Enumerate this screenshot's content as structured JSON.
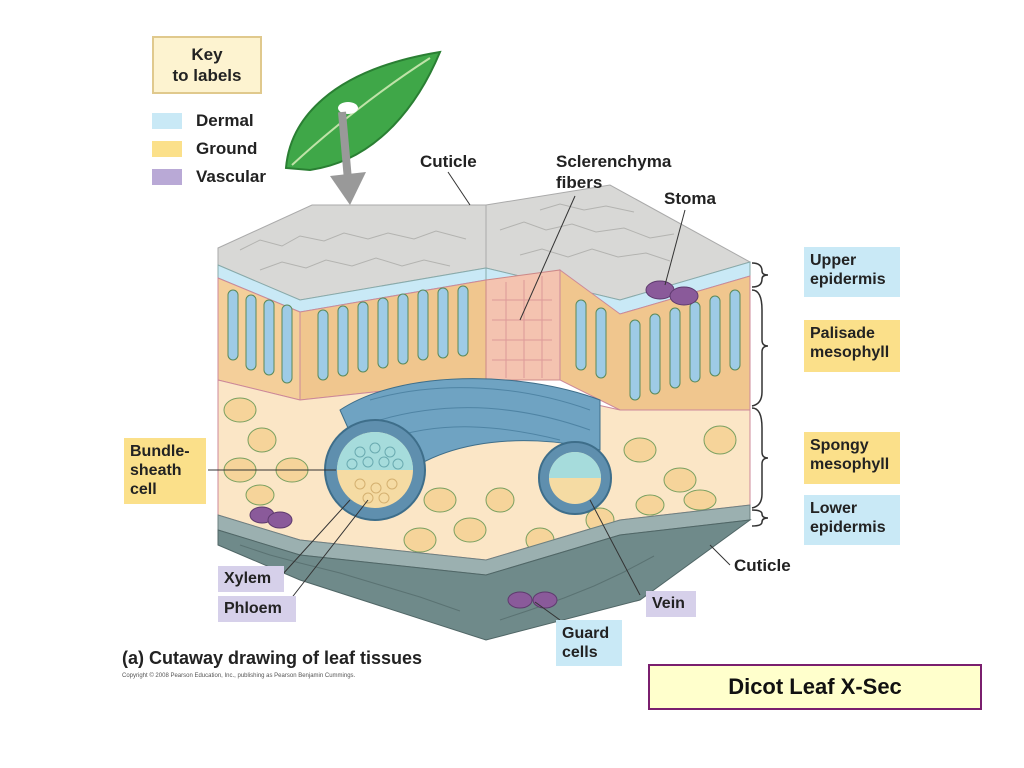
{
  "key": {
    "title_line1": "Key",
    "title_line2": "to labels",
    "items": [
      {
        "label": "Dermal",
        "color": "#c9e9f6"
      },
      {
        "label": "Ground",
        "color": "#fbe08a"
      },
      {
        "label": "Vascular",
        "color": "#b9a9d6"
      }
    ]
  },
  "labels": {
    "cuticle_top": "Cuticle",
    "sclerenchyma_1": "Sclerenchyma",
    "sclerenchyma_2": "fibers",
    "stoma": "Stoma",
    "upper_epidermis_1": "Upper",
    "upper_epidermis_2": "epidermis",
    "palisade_1": "Palisade",
    "palisade_2": "mesophyll",
    "spongy_1": "Spongy",
    "spongy_2": "mesophyll",
    "lower_epidermis_1": "Lower",
    "lower_epidermis_2": "epidermis",
    "cuticle_bottom": "Cuticle",
    "bundle_1": "Bundle-",
    "bundle_2": "sheath",
    "bundle_3": "cell",
    "xylem": "Xylem",
    "phloem": "Phloem",
    "vein": "Vein",
    "guard_1": "Guard",
    "guard_2": "cells"
  },
  "caption": "(a) Cutaway drawing of leaf tissues",
  "copyright": "Copyright © 2008 Pearson Education, Inc., publishing as Pearson Benjamin Cummings.",
  "slide_title": "Dicot Leaf X-Sec",
  "colors": {
    "dermal": "#c9e9f6",
    "ground": "#fbe08a",
    "vascular": "#b9a9d6",
    "title_border": "#7a1f6e",
    "title_fill": "#ffffcc"
  }
}
